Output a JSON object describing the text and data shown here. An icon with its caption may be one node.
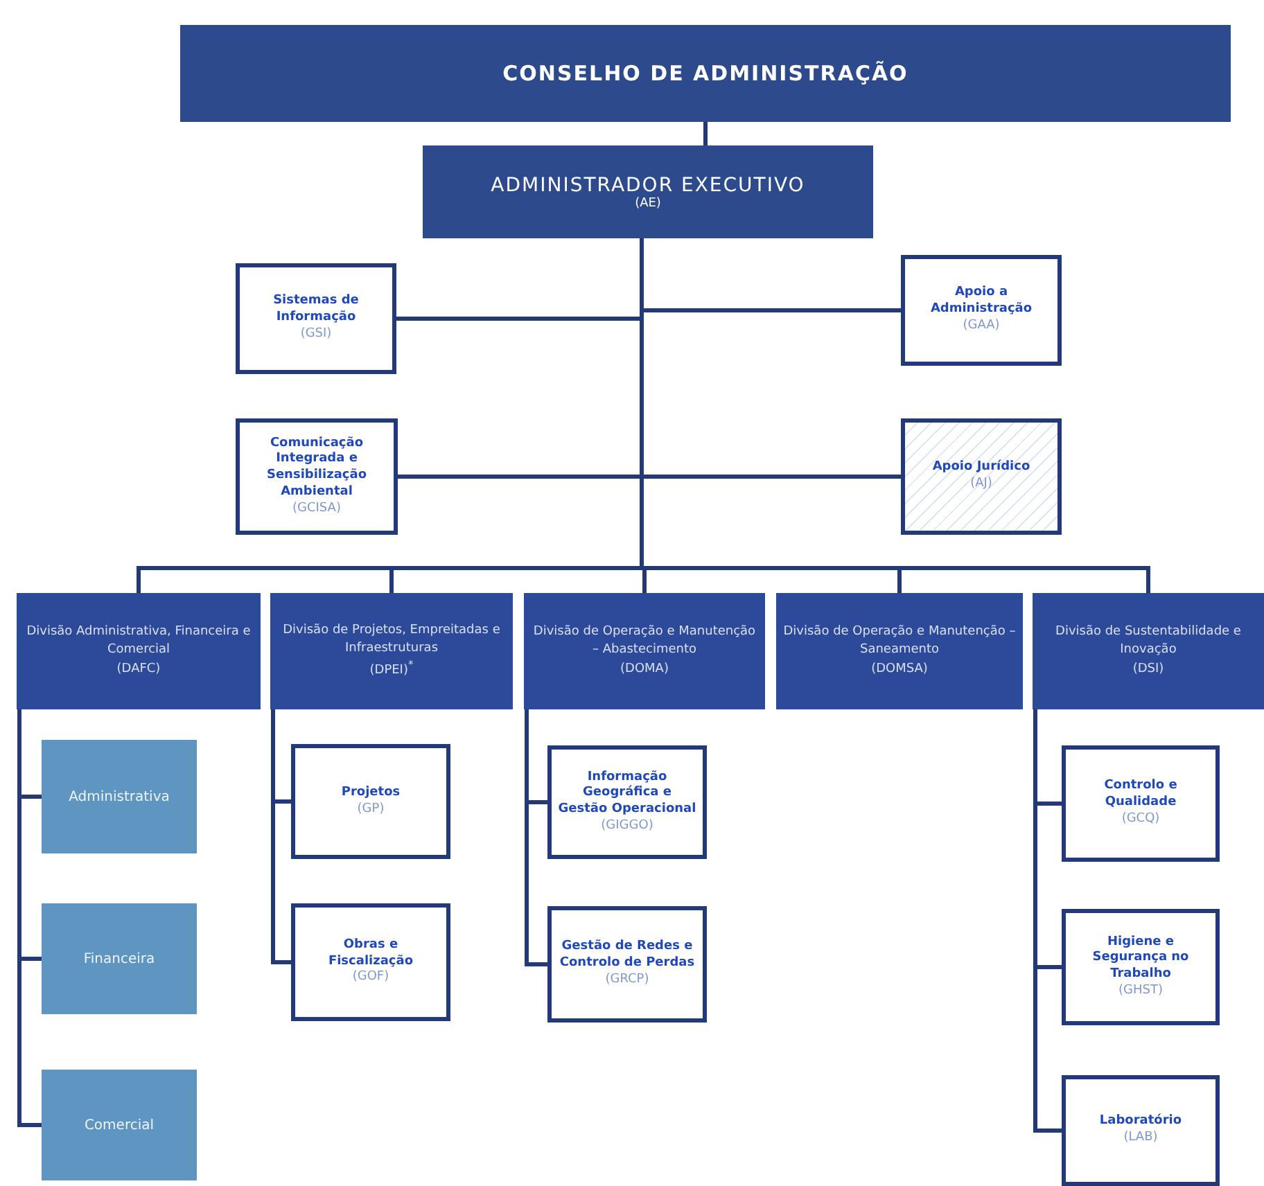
{
  "diagram": {
    "nodes": [
      {
        "text": [
          "CONSELHO DE ADMINISTRAÇÃO"
        ]
      },
      {
        "text": [
          "ADMINISTRADOR EXECUTIVO",
          "(AE)"
        ]
      },
      {
        "text": [
          "Sistemas de Informação",
          "(GSI)"
        ]
      },
      {
        "text": [
          "Apoio a Administração",
          "(GAA)"
        ]
      },
      {
        "text": [
          "Comunicação Integrada e Sensibilização Ambiental",
          "(GCISA)"
        ]
      },
      {
        "text": [
          "Apoio Jurídico",
          "(AJ)"
        ]
      },
      {
        "text": [
          "Divisão Administrativa, Financeira e Comercial",
          "(DAFC)"
        ]
      },
      {
        "text": [
          "Divisão de Projetos, Empreitadas e Infraestruturas",
          "(DPEI)$^{*}$"
        ]
      },
      {
        "text": [
          "Divisão de Operação e Manutenção – Abastecimento",
          "(DOMA)"
        ]
      },
      {
        "text": [
          "Divisão de Operação e Manutenção – Saneamento",
          "(DOMSA)"
        ]
      },
      {
        "text": [
          "Divisão de Sustentabilidade e Inovação",
          "(DSI)"
        ]
      },
      {
        "text": [
          "Administrativa"
        ]
      },
      {
        "text": [
          "Financeira"
        ]
      },
      {
        "text": [
          "Comercial"
        ]
      },
      {
        "text": [
          "Projetos",
          "(GP)"
        ]
      },
      {
        "text": [
          "Obras e Fiscalização",
          "(GOF)"
        ]
      },
      {
        "text": [
          "Informação Geográfica e Gestão Operacional",
          "(GIGGO)"
        ]
      },
      {
        "text": [
          "Gestão de Redes e Controlo de Perdas",
          "(GRCP)"
        ]
      },
      {
        "text": [
          "Controlo e Qualidade",
          "(GCQ)"
        ]
      },
      {
        "text": [
          "Higiene e Segurança no Trabalho",
          "(GHST)"
        ]
      },
      {
        "text": [
          "Laboratório",
          "(LAB)"
        ]
      }
    ],
    "edges": [
      {
        "from": 0,
        "to": 1,
        "arrow": "none"
      },
      {
        "from": 1,
        "to": 2,
        "arrow": "none"
      },
      {
        "from": 1,
        "to": 3,
        "arrow": "none"
      },
      {
        "from": 1,
        "to": 4,
        "arrow": "none"
      },
      {
        "from": 1,
        "to": 5,
        "arrow": "none"
      },
      {
        "from": 1,
        "to": 6,
        "arrow": "none"
      },
      {
        "from": 1,
        "to": 7,
        "arrow": "none"
      },
      {
        "from": 1,
        "to": 8,
        "arrow": "none"
      },
      {
        "from": 1,
        "to": 9,
        "arrow": "none"
      },
      {
        "from": 1,
        "to": 10,
        "arrow": "none"
      },
      {
        "from": 6,
        "to": 11,
        "arrow": "none"
      },
      {
        "from": 6,
        "to": 12,
        "arrow": "none"
      },
      {
        "from": 6,
        "to": 13,
        "arrow": "none"
      },
      {
        "from": 7,
        "to": 14,
        "arrow": "none"
      },
      {
        "from": 7,
        "to": 15,
        "arrow": "none"
      },
      {
        "from": 8,
        "to": 16,
        "arrow": "none"
      },
      {
        "from": 8,
        "to": 17,
        "arrow": "none"
      },
      {
        "from": 10,
        "to": 18,
        "arrow": "none"
      },
      {
        "from": 10,
        "to": 19,
        "arrow": "none"
      },
      {
        "from": 10,
        "to": 20,
        "arrow": "none"
      }
    ]
  }
}
